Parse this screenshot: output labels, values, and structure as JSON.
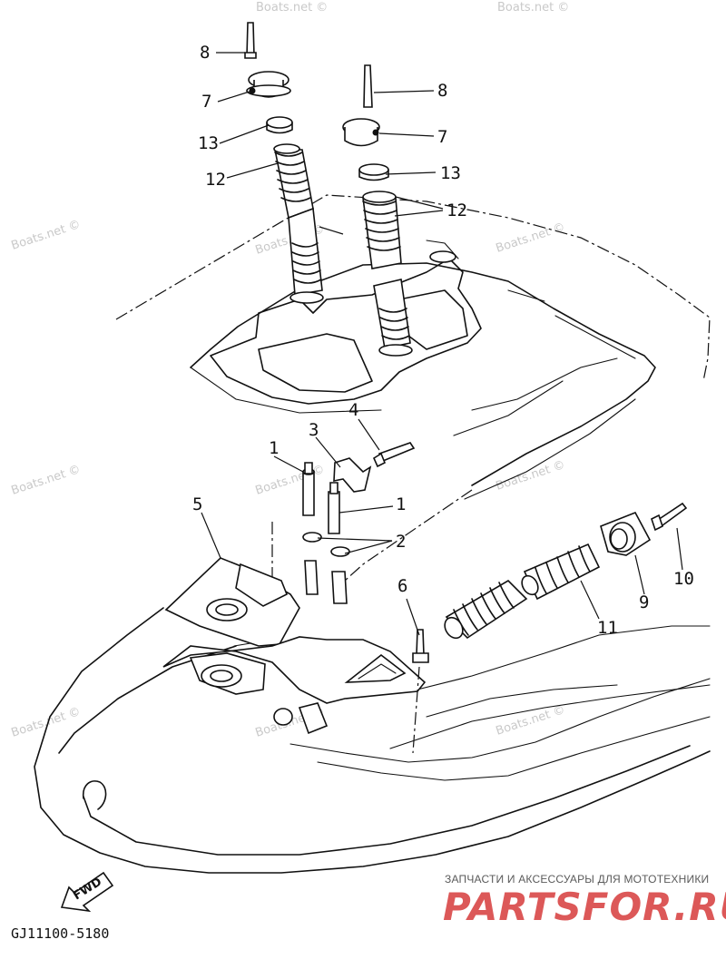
{
  "diagram_code": "GJ11100-5180",
  "forward_label": "FWD",
  "watermark": "Boats.net ©",
  "branding": {
    "subtitle": "ЗАПЧАСТИ И АКСЕССУАРЫ ДЛЯ МОТОТЕХНИКИ",
    "logo_text": "PARTSFOR.RU",
    "logo_color": "#d63c3c"
  },
  "callouts": {
    "c1a": "1",
    "c1b": "1",
    "c2": "2",
    "c3": "3",
    "c4": "4",
    "c5": "5",
    "c6": "6",
    "c7a": "7",
    "c7b": "7",
    "c8a": "8",
    "c8b": "8",
    "c9": "9",
    "c10": "10",
    "c11": "11",
    "c12a": "12",
    "c12b": "12",
    "c13a": "13",
    "c13b": "13"
  }
}
